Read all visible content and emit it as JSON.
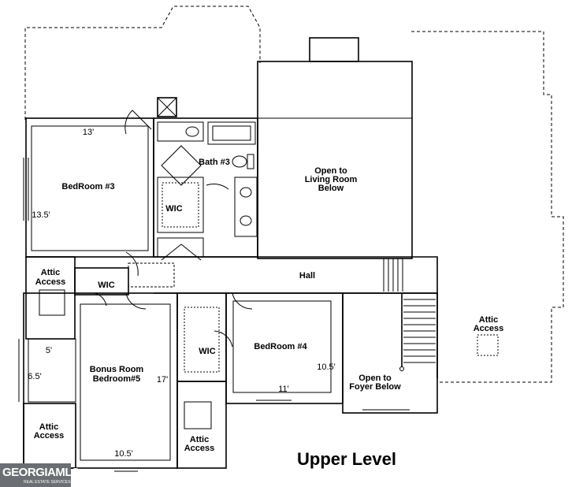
{
  "title": "Upper Level",
  "rooms": {
    "bedroom3": "BedRoom #3",
    "bath3": "Bath #3",
    "open_living_l1": "Open to",
    "open_living_l2": "Living Room",
    "open_living_l3": "Below",
    "wic": "WIC",
    "attic_access_l1": "Attic",
    "attic_access_l2": "Access",
    "hall": "Hall",
    "bedroom4": "BedRoom #4",
    "bonus_l1": "Bonus Room",
    "bonus_l2": "Bedroom#5",
    "open_foyer_l1": "Open to",
    "open_foyer_l2": "Foyer Below"
  },
  "dimensions": {
    "bed3_width": "13'",
    "bed3_depth": "13.5'",
    "bonus_a": "5'",
    "bonus_b": "6.5'",
    "bonus_depth": "17'",
    "bonus_width": "10.5'",
    "bed4_depth": "10.5'",
    "bed4_width": "11'"
  },
  "watermark": {
    "main": "GEORGIAMLS",
    "sub": "REAL ESTATE SERVICES"
  }
}
